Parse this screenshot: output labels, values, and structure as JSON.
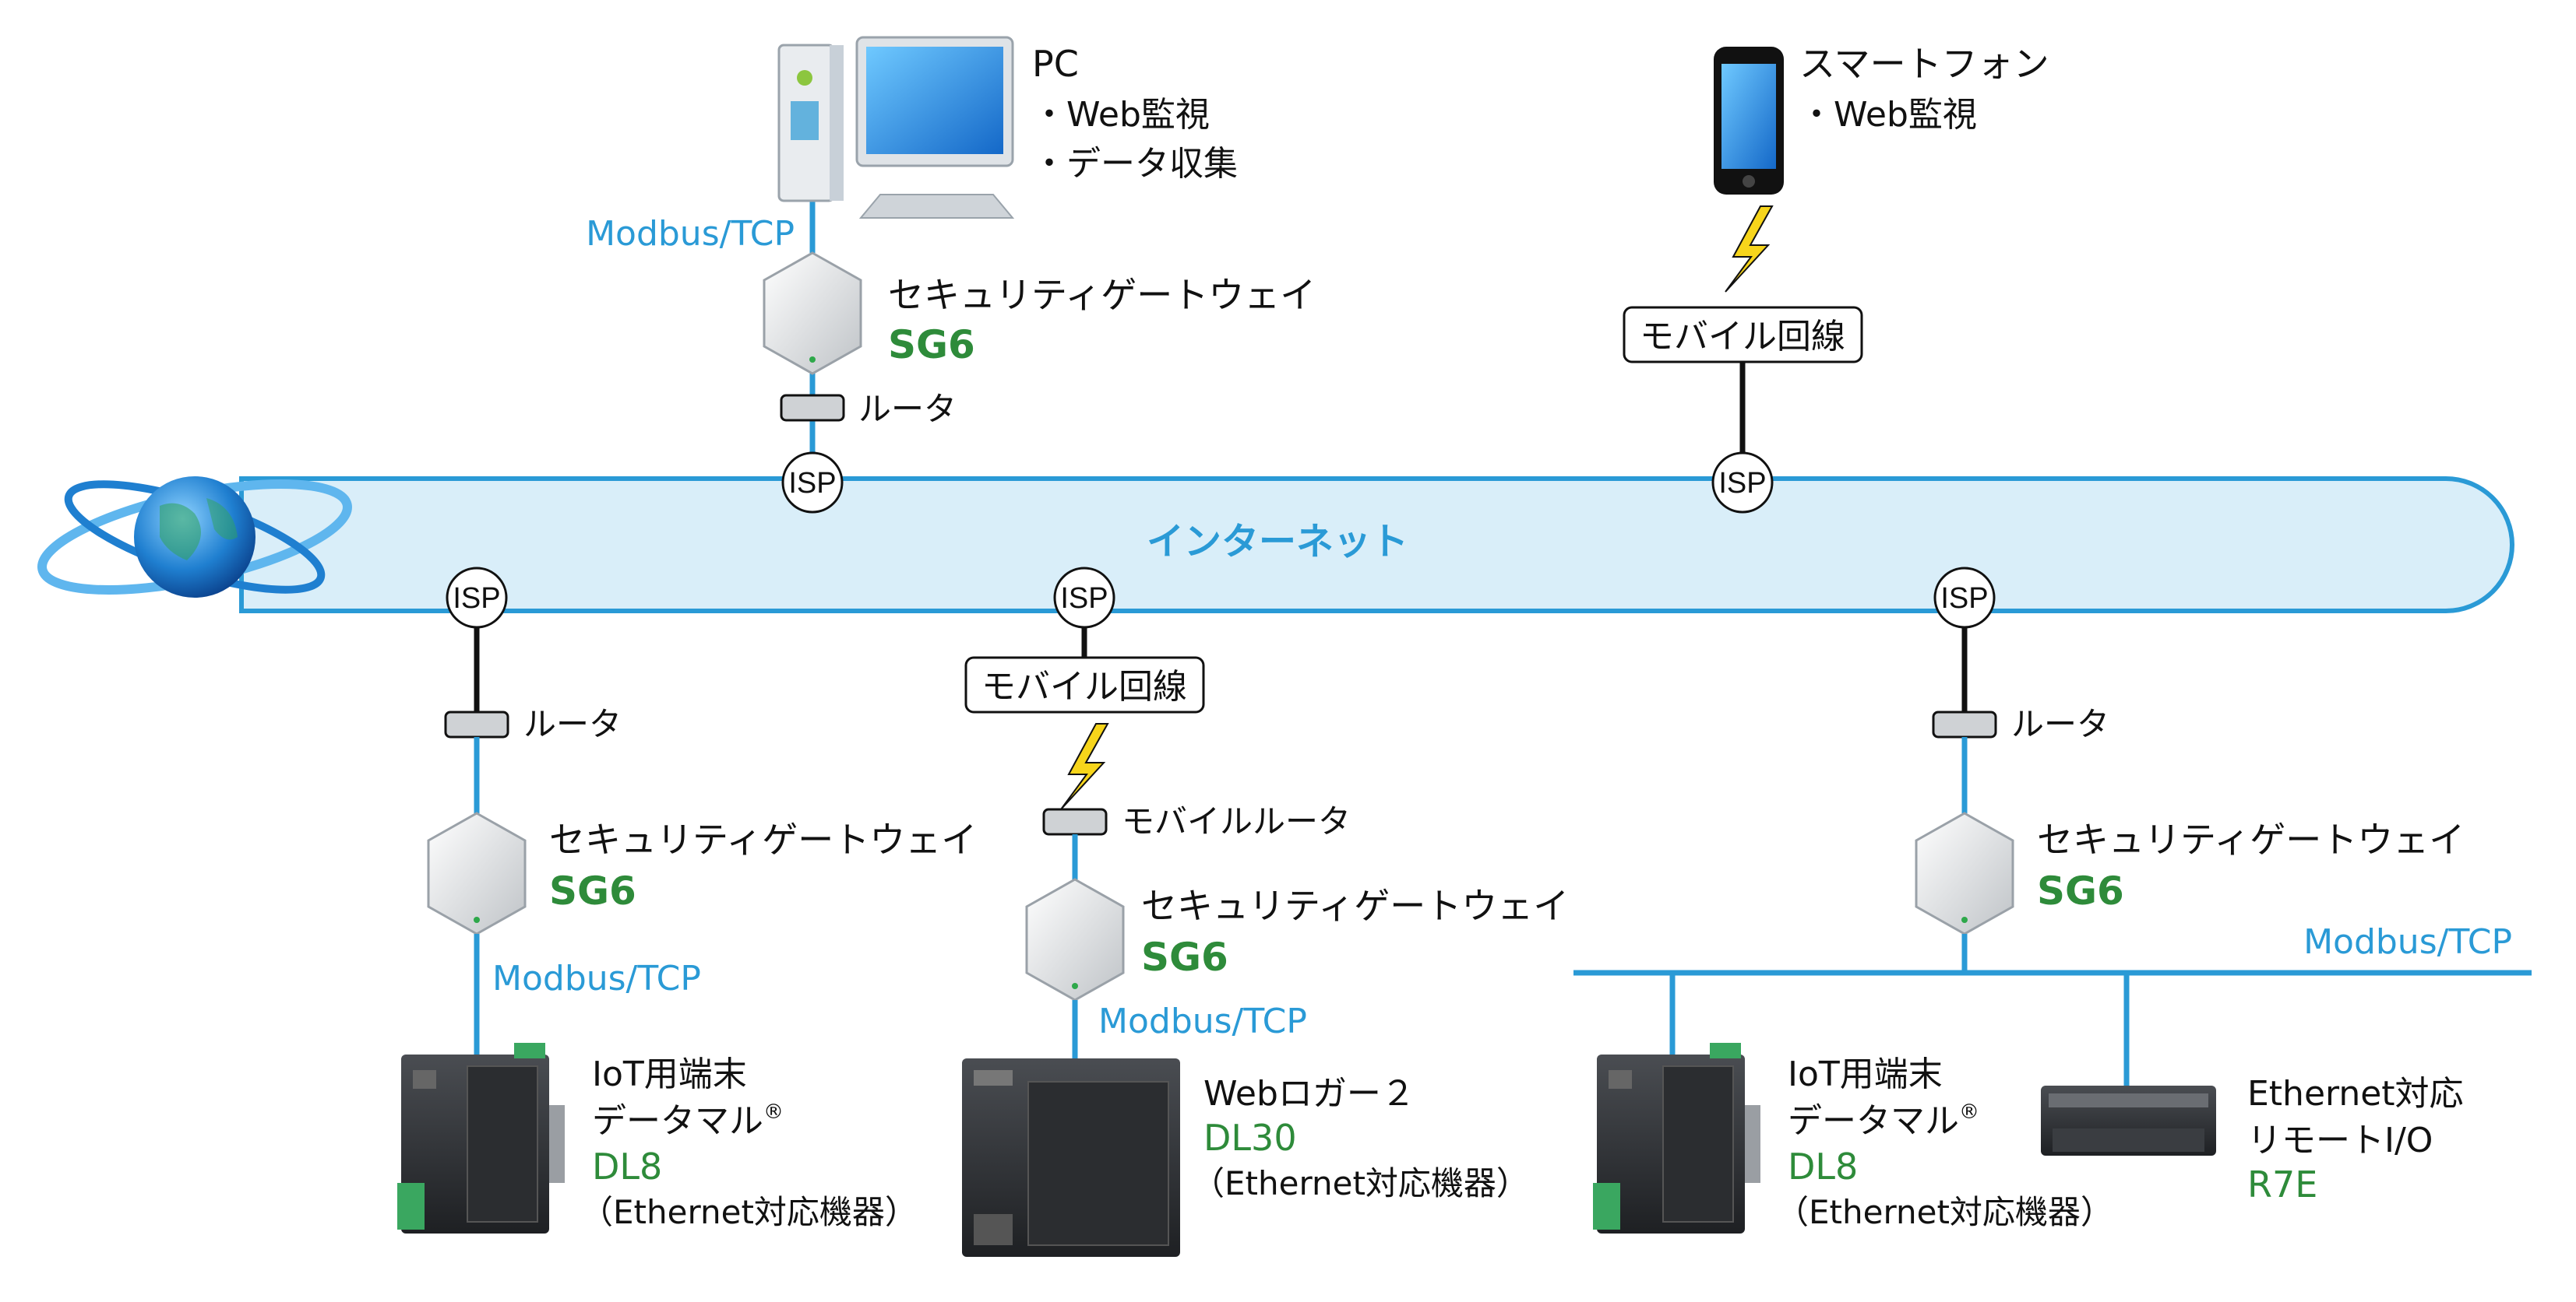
{
  "internet": {
    "label": "インターネット"
  },
  "isp_label": "ISP",
  "pc": {
    "title": "PC",
    "items": [
      "・Web監視",
      "・データ収集"
    ],
    "protocol": "Modbus/TCP"
  },
  "smartphone": {
    "title": "スマートフォン",
    "items": [
      "・Web監視"
    ],
    "link": "モバイル回線"
  },
  "gateway": {
    "name": "セキュリティゲートウェイ",
    "model": "SG6"
  },
  "router_label": "ルータ",
  "mobile_router_label": "モバイルルータ",
  "mobile_line_label": "モバイル回線",
  "protocol_label": "Modbus/TCP",
  "branches": {
    "left": {
      "device_line1": "IoT用端末",
      "device_line2": "データマル",
      "device_mark": "®",
      "device_model": "DL8",
      "device_note": "（Ethernet対応機器）"
    },
    "middle": {
      "device_line1": "Webロガー２",
      "device_model": "DL30",
      "device_note": "（Ethernet対応機器）"
    },
    "right": {
      "device_line1": "IoT用端末",
      "device_line2": "データマル",
      "device_mark": "®",
      "device_model": "DL8",
      "device_note": "（Ethernet対応機器）",
      "remote_line1": "Ethernet対応",
      "remote_line2": "リモートI/O",
      "remote_model": "R7E"
    }
  },
  "colors": {
    "ethernet": "#2a9ad6",
    "internet_fill": "#d9eef9",
    "model_green": "#2e8b3a",
    "wan_line": "#111111",
    "bolt": "#f7d51b"
  }
}
